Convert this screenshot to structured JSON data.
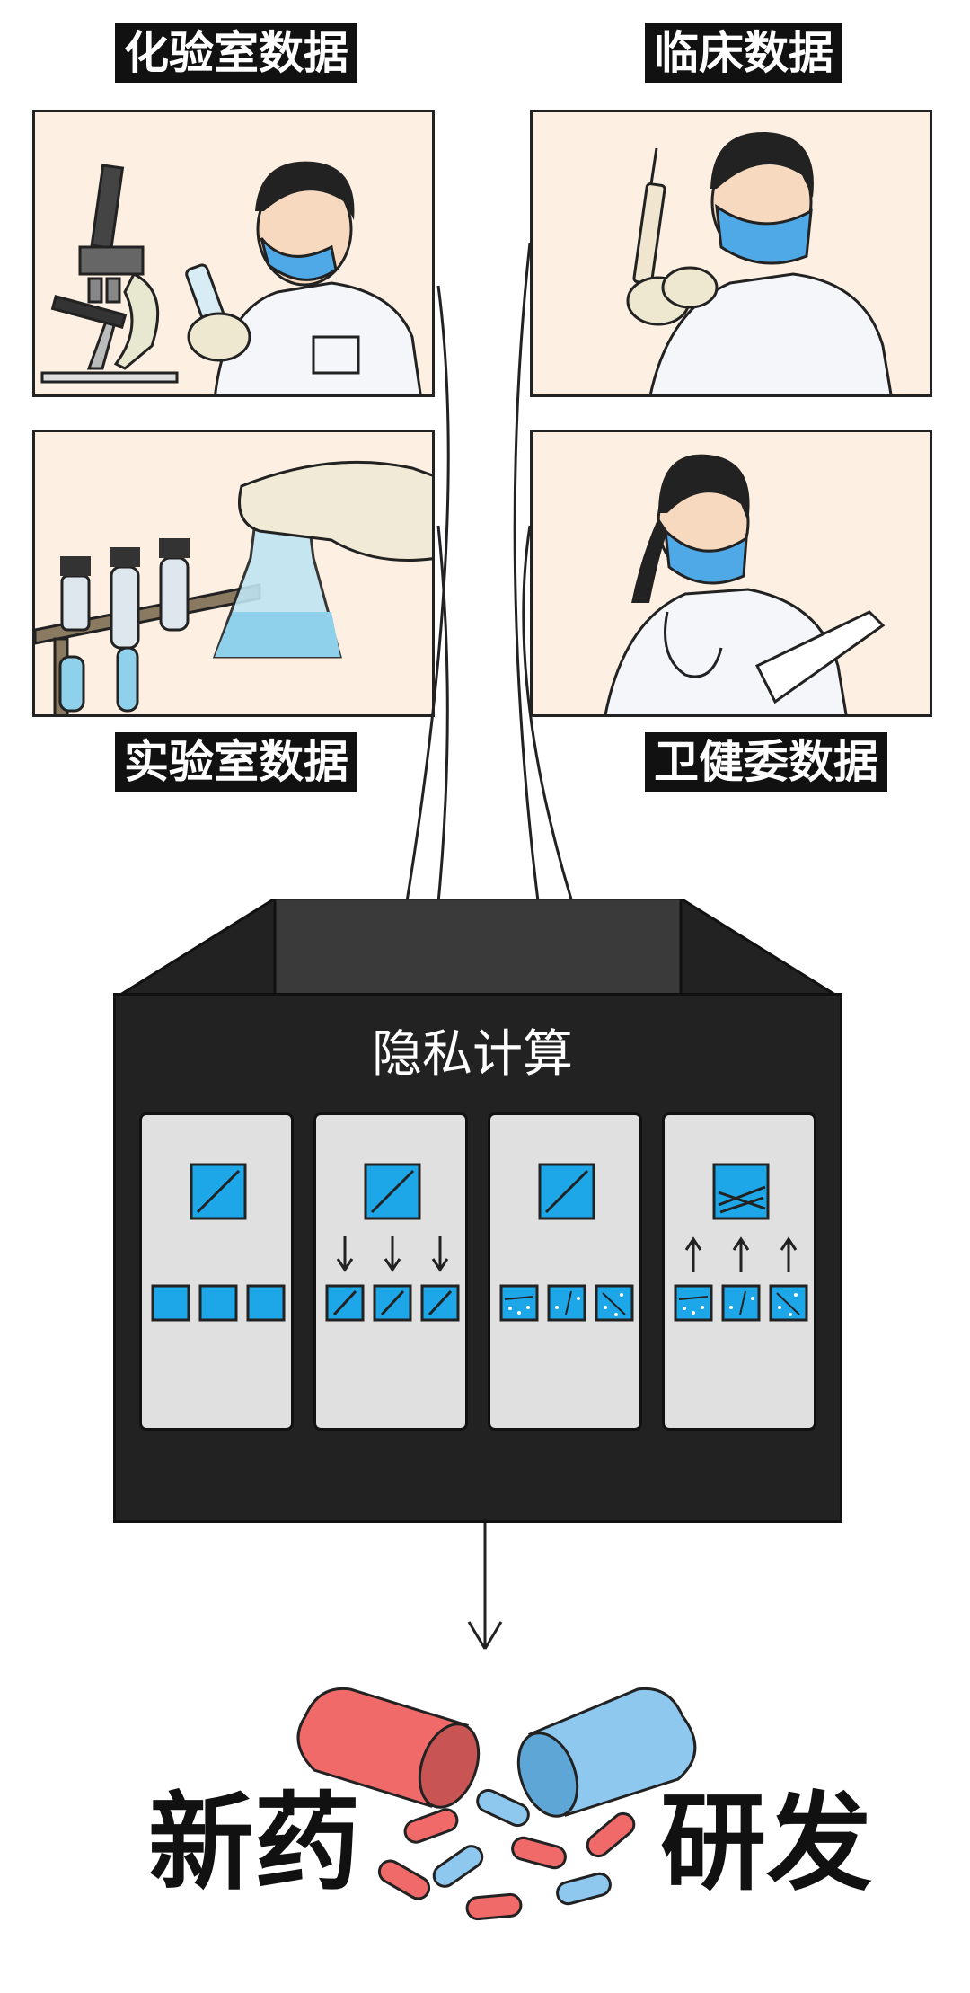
{
  "labels": {
    "lab_top_left": "化验室数据",
    "lab_top_right": "临床数据",
    "lab_bottom_left": "实验室数据",
    "lab_bottom_right": "卫健委数据"
  },
  "box": {
    "title": "隐私计算"
  },
  "bottom": {
    "left": "新药",
    "right": "研发"
  },
  "colors": {
    "panel_bg": "#fdf0e2",
    "box_dark": "#222222",
    "box_top": "#3a3a3a",
    "slot_bg": "#e0e0e0",
    "blue": "#1ea7e8",
    "pill_red": "#f06a6a",
    "pill_blue": "#8ec8ef"
  }
}
